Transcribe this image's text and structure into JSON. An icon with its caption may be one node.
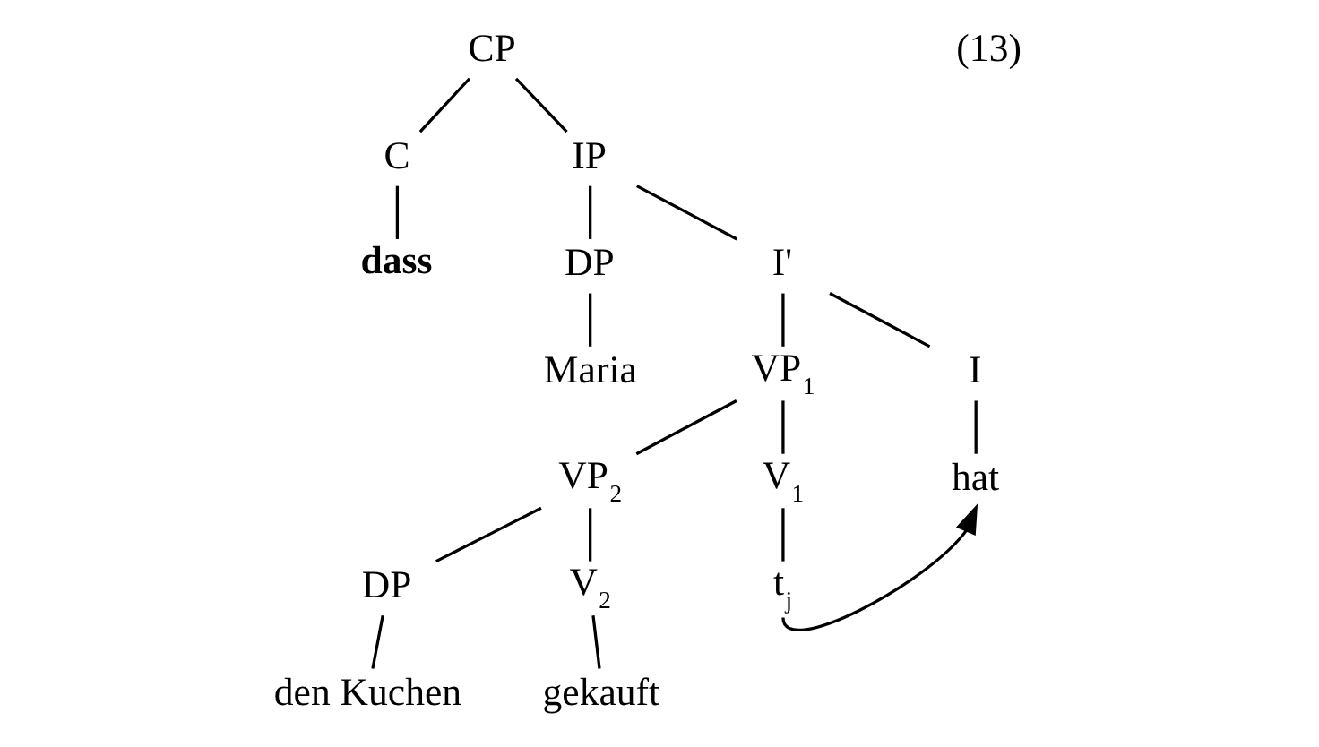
{
  "diagram": {
    "nodes": [
      {
        "text": [
          "CP"
        ]
      },
      {
        "text": [
          "C"
        ]
      },
      {
        "text": [
          "IP"
        ]
      },
      {
        "text": [
          "dass"
        ]
      },
      {
        "text": [
          "DP"
        ]
      },
      {
        "text": [
          "I'"
        ]
      },
      {
        "text": [
          "Maria"
        ]
      },
      {
        "text": [
          "VP$_{1}$"
        ]
      },
      {
        "text": [
          "I"
        ]
      },
      {
        "text": [
          "VP$_{2}$"
        ]
      },
      {
        "text": [
          "V$_{1}$"
        ]
      },
      {
        "text": [
          "hat"
        ]
      },
      {
        "text": [
          "DP"
        ]
      },
      {
        "text": [
          "V$_{2}$"
        ]
      },
      {
        "text": [
          "t$_{j}$"
        ]
      },
      {
        "text": [
          "den Kuchen"
        ]
      },
      {
        "text": [
          "gekauft"
        ]
      }
    ],
    "edges": [
      {
        "from": 0,
        "to": 1,
        "arrow": "none"
      },
      {
        "from": 0,
        "to": 2,
        "arrow": "none"
      },
      {
        "from": 1,
        "to": 3,
        "arrow": "none"
      },
      {
        "from": 2,
        "to": 4,
        "arrow": "none"
      },
      {
        "from": 2,
        "to": 5,
        "arrow": "none"
      },
      {
        "from": 4,
        "to": 6,
        "arrow": "none"
      },
      {
        "from": 5,
        "to": 7,
        "arrow": "none"
      },
      {
        "from": 5,
        "to": 8,
        "arrow": "none"
      },
      {
        "from": 7,
        "to": 9,
        "arrow": "none"
      },
      {
        "from": 7,
        "to": 10,
        "arrow": "none"
      },
      {
        "from": 8,
        "to": 11,
        "arrow": "none"
      },
      {
        "from": 9,
        "to": 12,
        "arrow": "none"
      },
      {
        "from": 9,
        "to": 13,
        "arrow": "none"
      },
      {
        "from": 10,
        "to": 14,
        "arrow": "none"
      },
      {
        "from": 12,
        "to": 15,
        "arrow": "none"
      },
      {
        "from": 13,
        "to": 16,
        "arrow": "none"
      },
      {
        "from": 14,
        "to": 11,
        "arrow": "to"
      }
    ],
    "labels": [
      "(13)"
    ]
  }
}
